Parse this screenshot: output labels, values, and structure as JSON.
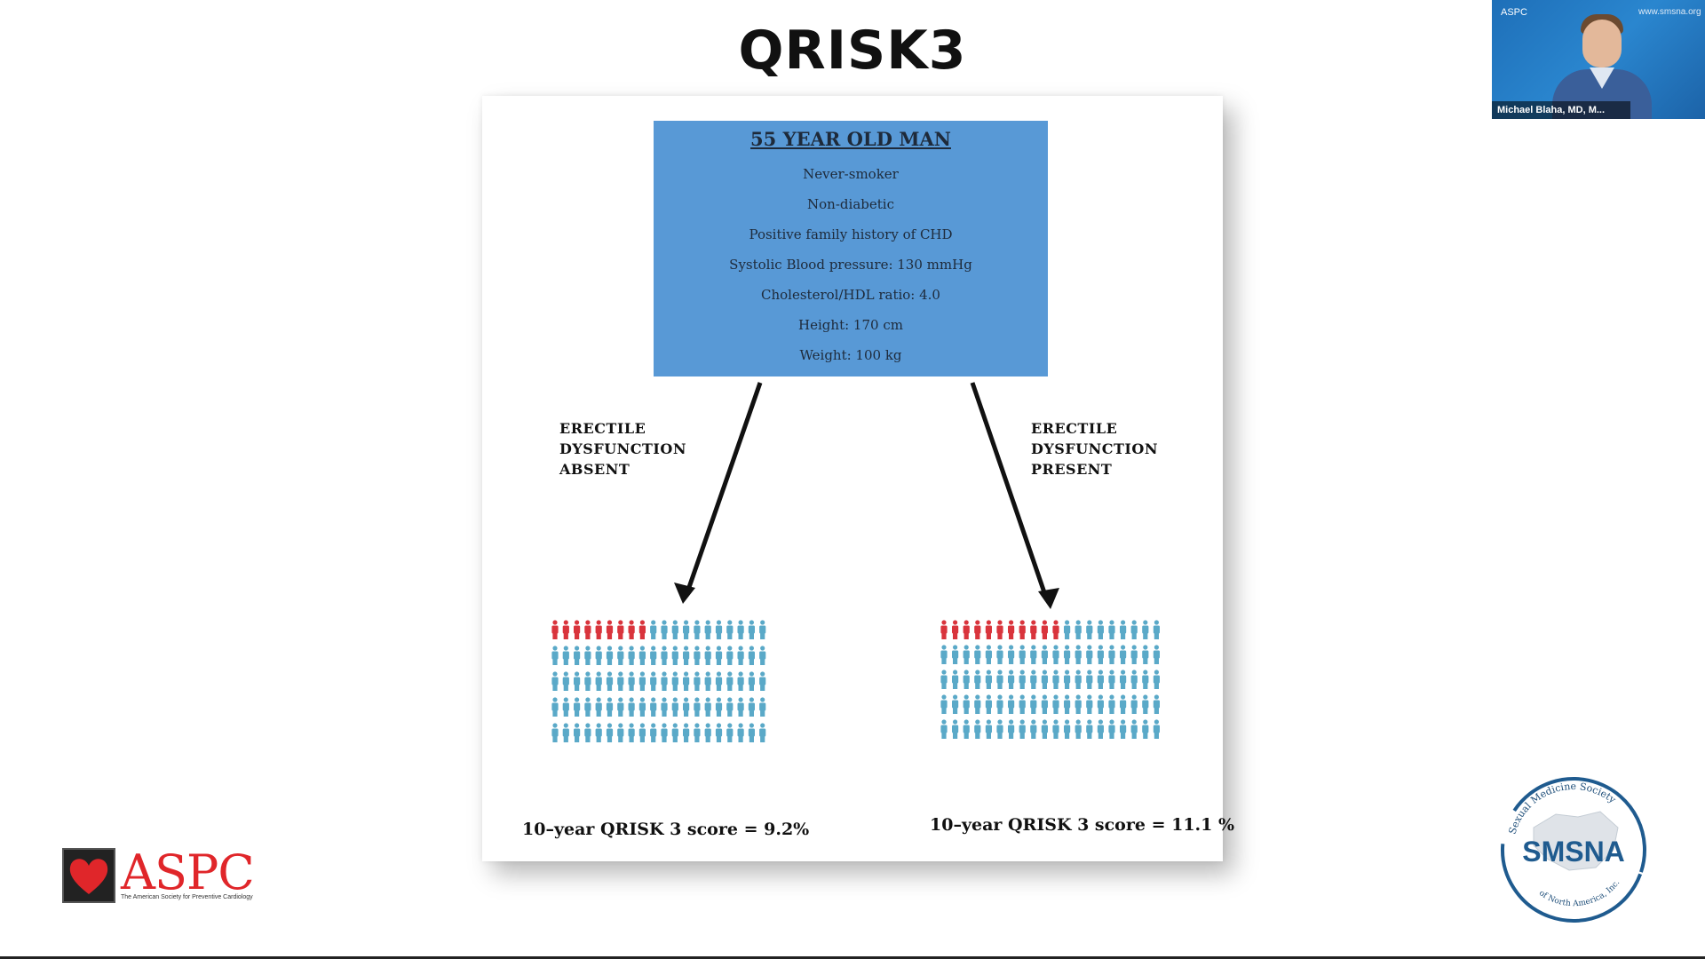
{
  "slide": {
    "title": "QRISK3",
    "patient": {
      "title": "55 YEAR OLD MAN",
      "lines": [
        "Never-smoker",
        "Non-diabetic",
        "Positive family history of CHD",
        "Systolic Blood pressure: 130 mmHg",
        "Cholesterol/HDL ratio: 4.0",
        "Height: 170 cm",
        "Weight: 100 kg"
      ]
    },
    "left_branch": {
      "label": [
        "ERECTILE",
        "DYSFUNCTION",
        "ABSENT"
      ],
      "score": "10–year QRISK 3 score = 9.2%",
      "red_count": 9,
      "total": 100
    },
    "right_branch": {
      "label": [
        "ERECTILE",
        "DYSFUNCTION",
        "PRESENT"
      ],
      "score": "10–year QRISK 3 score = 11.1 %",
      "red_count": 11,
      "total": 100
    },
    "colors": {
      "box": "#5899d6",
      "person": "#5aa9c8",
      "person_red": "#d9343c"
    }
  },
  "logos": {
    "aspc": {
      "name": "ASPC",
      "subtitle": "The American Society for Preventive Cardiology"
    },
    "smsna": {
      "name": "SMSNA",
      "arc_top": "Sexual Medicine Society",
      "arc_bottom": "of North America, Inc."
    }
  },
  "video": {
    "participant_name": "Michael Blaha, MD, M...",
    "brand_left": "ASPC",
    "brand_right": "www.smsna.org"
  }
}
